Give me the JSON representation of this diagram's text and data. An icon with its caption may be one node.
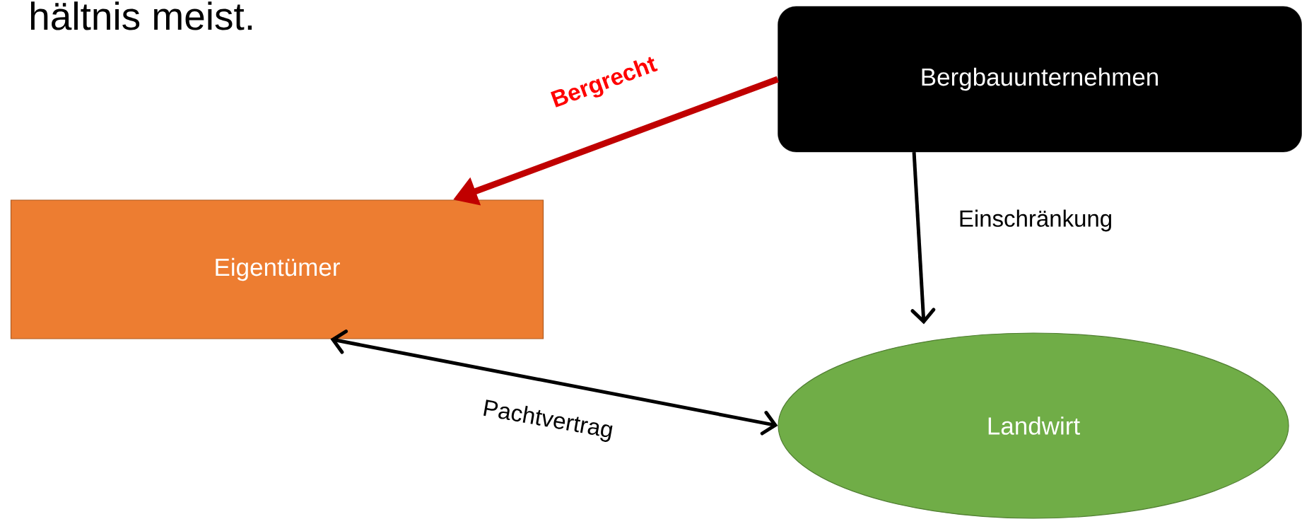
{
  "diagram": {
    "nodes": [
      {
        "text": [
          "Bergbauunternehmen"
        ]
      },
      {
        "text": [
          "Eigentümer"
        ]
      },
      {
        "text": [
          "Landwirt"
        ]
      }
    ],
    "edges": [
      {
        "from": 0,
        "to": 1,
        "arrow": "to",
        "label": "Bergrecht",
        "style": "thick",
        "color": "#c00000"
      },
      {
        "from": 0,
        "to": 2,
        "arrow": "to",
        "label": "Einschränkung"
      },
      {
        "from": 1,
        "to": 2,
        "arrow": "both",
        "label": "Pachtvertrag"
      }
    ],
    "labels": [
      "hältnis meist."
    ]
  }
}
